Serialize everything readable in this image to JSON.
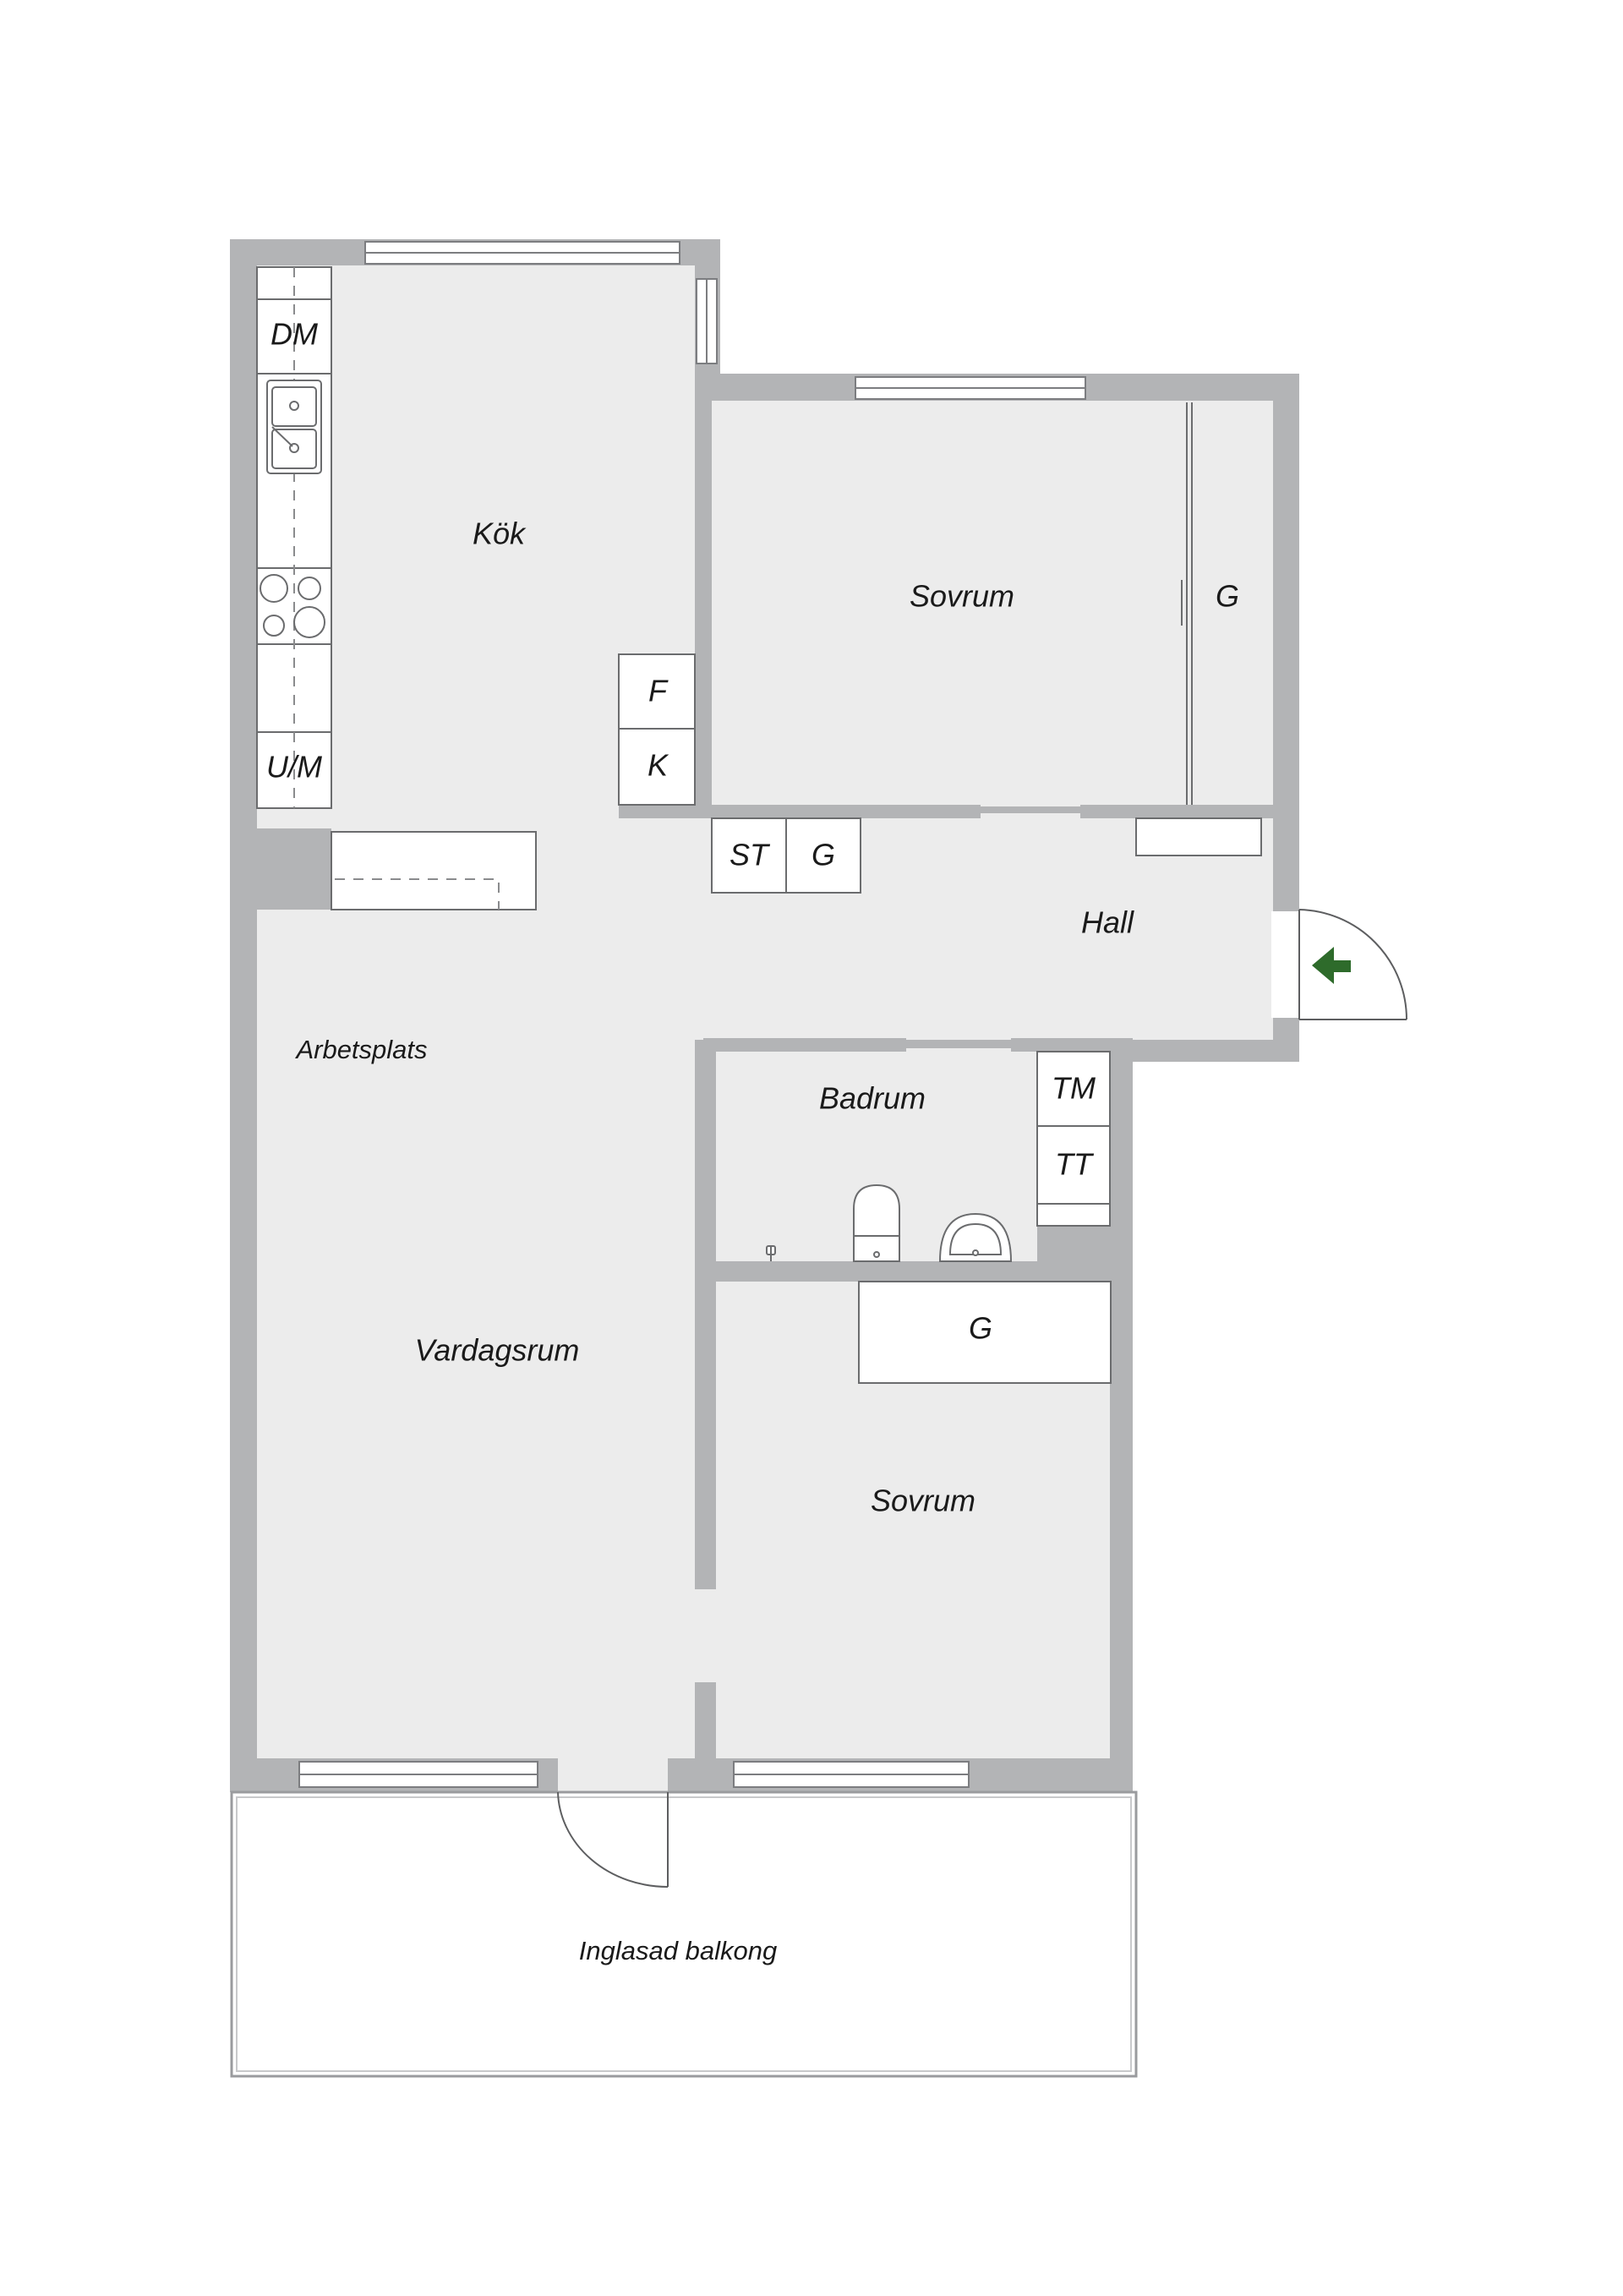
{
  "rooms": {
    "kitchen": "Kök",
    "bedroom_1": "Sovrum",
    "closet_1": "G",
    "hall": "Hall",
    "workspace": "Arbetsplats",
    "bathroom": "Badrum",
    "living_room": "Vardagsrum",
    "bedroom_2": "Sovrum",
    "closet_2": "G",
    "balcony": "Inglasad balkong"
  },
  "appliances": {
    "dishwasher": "DM",
    "oven_microwave": "U/M",
    "fridge": "F",
    "freezer": "K",
    "dryer_cabinet": "ST",
    "hall_closet": "G",
    "washing_machine": "TM",
    "tumble_dryer": "TT"
  },
  "colors": {
    "wall": "#b3b4b6",
    "floor": "#ececec",
    "background": "#ffffff",
    "line": "#5d5e60",
    "entrance_arrow": "#2e6b2b"
  },
  "icons": {
    "entrance": "entrance-arrow-icon",
    "sink": "kitchen-sink-icon",
    "stove": "stove-icon",
    "toilet": "toilet-icon",
    "washbasin": "washbasin-icon",
    "shower": "shower-icon"
  }
}
